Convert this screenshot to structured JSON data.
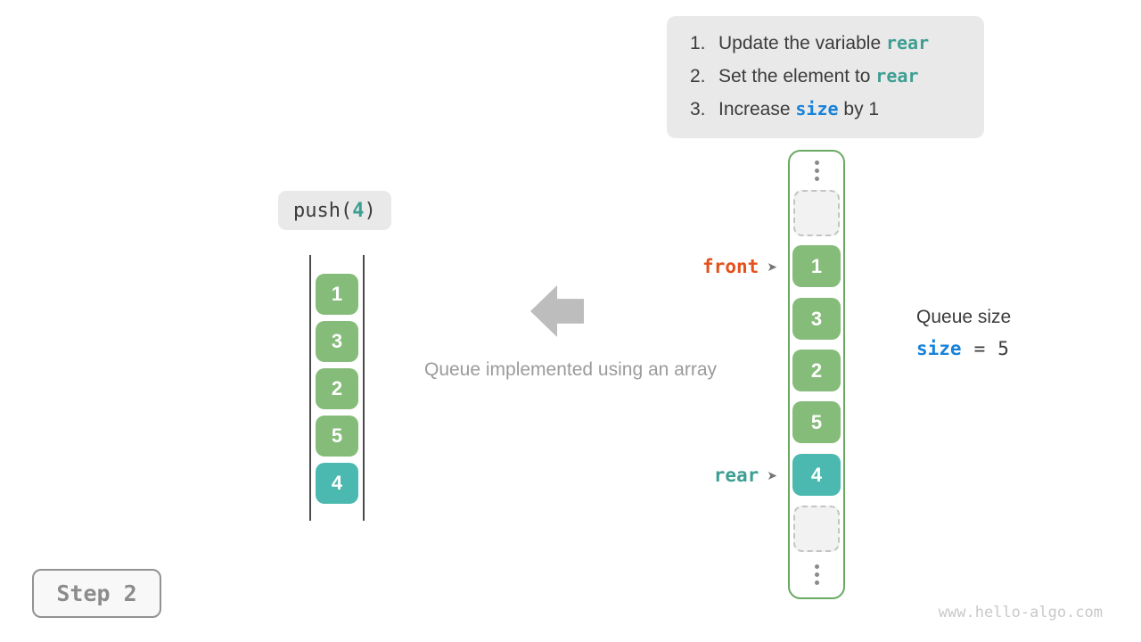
{
  "colors": {
    "green_cell": "#86bc79",
    "green_border": "#69a962",
    "teal_cell": "#4bb9af",
    "teal_code": "#3d9e92",
    "blue_code": "#1882d8",
    "orange_front": "#e4511b",
    "box_gray": "#e9e9e9",
    "text_dark": "#3b3b3b",
    "text_gray": "#9b9b9b",
    "arrow_gray": "#bdbdbd"
  },
  "instructions": {
    "items": [
      {
        "num": "1.",
        "prefix": "Update the variable ",
        "code": "rear",
        "suffix": ""
      },
      {
        "num": "2.",
        "prefix": "Set the element to ",
        "code": "rear",
        "suffix": ""
      },
      {
        "num": "3.",
        "prefix": "Increase ",
        "code": "size",
        "suffix": " by 1"
      }
    ]
  },
  "push": {
    "fn": "push(",
    "arg": "4",
    "close": ")"
  },
  "left_stack": {
    "values": [
      "1",
      "3",
      "2",
      "5",
      "4"
    ]
  },
  "caption": {
    "text": "Queue implemented using an array"
  },
  "array": {
    "cells": [
      "1",
      "3",
      "2",
      "5",
      "4"
    ]
  },
  "pointers": {
    "front": {
      "label": "front",
      "arrow": "➤"
    },
    "rear": {
      "label": "rear",
      "arrow": "➤"
    }
  },
  "queue_size": {
    "title": "Queue size",
    "var": "size",
    "eq": "=",
    "value": "5"
  },
  "step": {
    "label": "Step 2"
  },
  "watermark": {
    "text": "www.hello-algo.com"
  }
}
